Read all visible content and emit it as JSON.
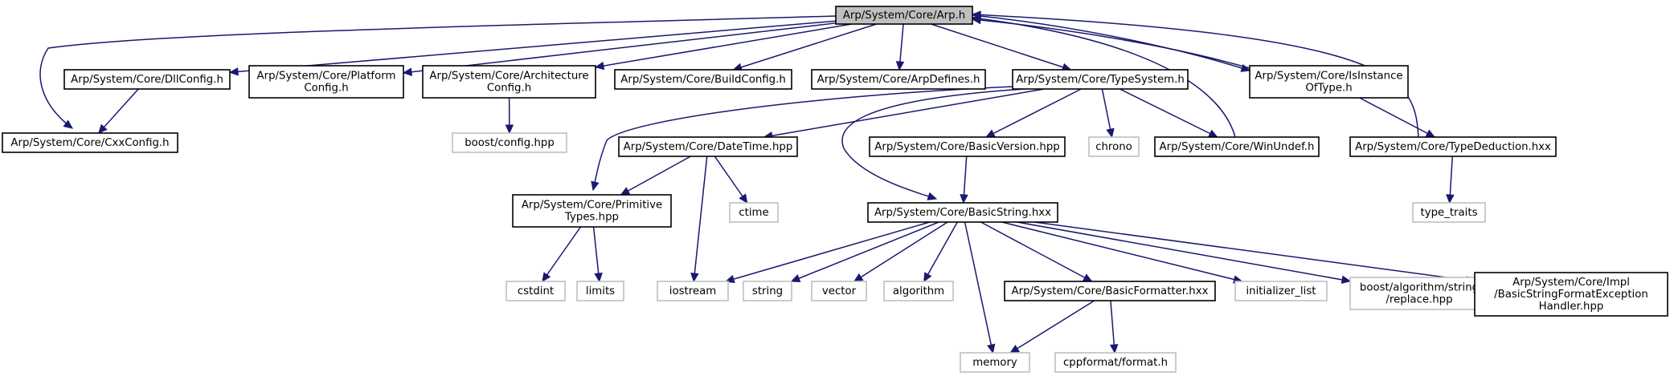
{
  "colors": {
    "edge": "#191970",
    "root_fill": "#bfbfbf",
    "external_border": "#bfbfbf",
    "node_border": "#000000"
  },
  "nodes": [
    {
      "id": "arp",
      "lines": [
        "Arp/System/Core/Arp.h"
      ],
      "kind": "root"
    },
    {
      "id": "cxx",
      "lines": [
        "Arp/System/Core/CxxConfig.h"
      ],
      "kind": "header"
    },
    {
      "id": "dll",
      "lines": [
        "Arp/System/Core/DllConfig.h"
      ],
      "kind": "header"
    },
    {
      "id": "plat",
      "lines": [
        "Arp/System/Core/Platform",
        "Config.h"
      ],
      "kind": "header"
    },
    {
      "id": "arch",
      "lines": [
        "Arp/System/Core/Architecture",
        "Config.h"
      ],
      "kind": "header"
    },
    {
      "id": "boostcfg",
      "lines": [
        "boost/config.hpp"
      ],
      "kind": "external"
    },
    {
      "id": "build",
      "lines": [
        "Arp/System/Core/BuildConfig.h"
      ],
      "kind": "header"
    },
    {
      "id": "arpdef",
      "lines": [
        "Arp/System/Core/ArpDefines.h"
      ],
      "kind": "header"
    },
    {
      "id": "ts",
      "lines": [
        "Arp/System/Core/TypeSystem.h"
      ],
      "kind": "header"
    },
    {
      "id": "dt",
      "lines": [
        "Arp/System/Core/DateTime.hpp"
      ],
      "kind": "header"
    },
    {
      "id": "prim",
      "lines": [
        "Arp/System/Core/Primitive",
        "Types.hpp"
      ],
      "kind": "header"
    },
    {
      "id": "cstdint",
      "lines": [
        "cstdint"
      ],
      "kind": "external"
    },
    {
      "id": "limits",
      "lines": [
        "limits"
      ],
      "kind": "external"
    },
    {
      "id": "iostream",
      "lines": [
        "iostream"
      ],
      "kind": "external"
    },
    {
      "id": "ctime",
      "lines": [
        "ctime"
      ],
      "kind": "external"
    },
    {
      "id": "bv",
      "lines": [
        "Arp/System/Core/BasicVersion.hpp"
      ],
      "kind": "header"
    },
    {
      "id": "bs",
      "lines": [
        "Arp/System/Core/BasicString.hxx"
      ],
      "kind": "header"
    },
    {
      "id": "string",
      "lines": [
        "string"
      ],
      "kind": "external"
    },
    {
      "id": "vector",
      "lines": [
        "vector"
      ],
      "kind": "external"
    },
    {
      "id": "algorithm",
      "lines": [
        "algorithm"
      ],
      "kind": "external"
    },
    {
      "id": "bf",
      "lines": [
        "Arp/System/Core/BasicFormatter.hxx"
      ],
      "kind": "header"
    },
    {
      "id": "memory",
      "lines": [
        "memory"
      ],
      "kind": "external"
    },
    {
      "id": "cppfmt",
      "lines": [
        "cppformat/format.h"
      ],
      "kind": "external"
    },
    {
      "id": "initlist",
      "lines": [
        "initializer_list"
      ],
      "kind": "external"
    },
    {
      "id": "boostrep",
      "lines": [
        "boost/algorithm/string",
        "/replace.hpp"
      ],
      "kind": "external"
    },
    {
      "id": "impl",
      "lines": [
        "Arp/System/Core/Impl",
        "/BasicStringFormatException",
        "Handler.hpp"
      ],
      "kind": "header"
    },
    {
      "id": "chrono",
      "lines": [
        "chrono"
      ],
      "kind": "external"
    },
    {
      "id": "winundef",
      "lines": [
        "Arp/System/Core/WinUndef.h"
      ],
      "kind": "header"
    },
    {
      "id": "isinst",
      "lines": [
        "Arp/System/Core/IsInstance",
        "OfType.h"
      ],
      "kind": "header"
    },
    {
      "id": "tded",
      "lines": [
        "Arp/System/Core/TypeDeduction.hxx"
      ],
      "kind": "header"
    },
    {
      "id": "traits",
      "lines": [
        "type_traits"
      ],
      "kind": "external"
    }
  ],
  "edges": [
    {
      "from": "arp",
      "to": "cxx"
    },
    {
      "from": "arp",
      "to": "dll"
    },
    {
      "from": "arp",
      "to": "plat"
    },
    {
      "from": "arp",
      "to": "arch"
    },
    {
      "from": "arp",
      "to": "build"
    },
    {
      "from": "arp",
      "to": "arpdef"
    },
    {
      "from": "arp",
      "to": "ts"
    },
    {
      "from": "arp",
      "to": "isinst"
    },
    {
      "from": "dll",
      "to": "cxx"
    },
    {
      "from": "arch",
      "to": "boostcfg"
    },
    {
      "from": "ts",
      "to": "prim"
    },
    {
      "from": "ts",
      "to": "dt"
    },
    {
      "from": "ts",
      "to": "bv"
    },
    {
      "from": "ts",
      "to": "bs"
    },
    {
      "from": "ts",
      "to": "chrono"
    },
    {
      "from": "ts",
      "to": "winundef"
    },
    {
      "from": "dt",
      "to": "prim"
    },
    {
      "from": "dt",
      "to": "iostream"
    },
    {
      "from": "dt",
      "to": "ctime"
    },
    {
      "from": "prim",
      "to": "cstdint"
    },
    {
      "from": "prim",
      "to": "limits"
    },
    {
      "from": "bv",
      "to": "bs"
    },
    {
      "from": "bs",
      "to": "iostream"
    },
    {
      "from": "bs",
      "to": "string"
    },
    {
      "from": "bs",
      "to": "vector"
    },
    {
      "from": "bs",
      "to": "algorithm"
    },
    {
      "from": "bs",
      "to": "memory"
    },
    {
      "from": "bs",
      "to": "bf"
    },
    {
      "from": "bs",
      "to": "initlist"
    },
    {
      "from": "bs",
      "to": "boostrep"
    },
    {
      "from": "bs",
      "to": "impl"
    },
    {
      "from": "bf",
      "to": "memory"
    },
    {
      "from": "bf",
      "to": "cppfmt"
    },
    {
      "from": "winundef",
      "to": "arp"
    },
    {
      "from": "isinst",
      "to": "arp"
    },
    {
      "from": "isinst",
      "to": "tded"
    },
    {
      "from": "tded",
      "to": "arp"
    },
    {
      "from": "tded",
      "to": "traits"
    }
  ]
}
